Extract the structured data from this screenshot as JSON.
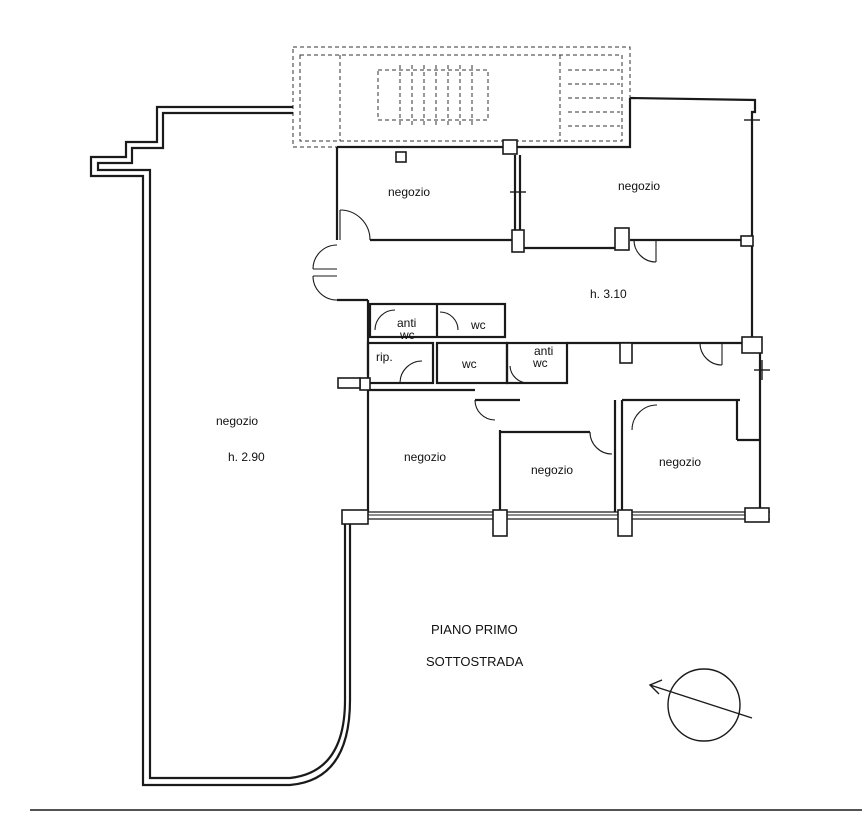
{
  "plan": {
    "rooms": {
      "shop_top_left": "negozio",
      "shop_top_right": "negozio",
      "shop_large_left": "negozio",
      "shop_bottom_1": "negozio",
      "shop_bottom_2": "negozio",
      "shop_bottom_3": "negozio",
      "antiwc_upper_1": "anti",
      "antiwc_upper_2": "wc",
      "wc_upper": "wc",
      "storage": "rip.",
      "wc_lower": "wc",
      "antiwc_lower_1": "anti",
      "antiwc_lower_2": "wc"
    },
    "heights": {
      "corridor": "h. 3.10",
      "large_shop": "h. 2.90"
    },
    "floor_title": {
      "line1": "PIANO PRIMO",
      "line2": "SOTTOSTRADA"
    }
  }
}
